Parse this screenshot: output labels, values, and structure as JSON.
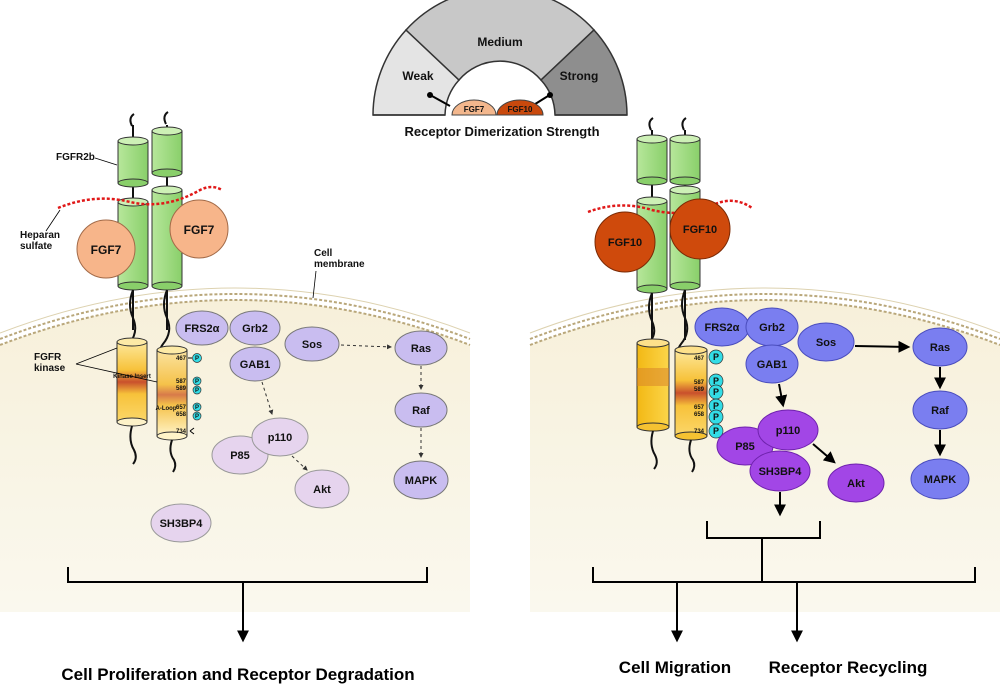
{
  "gauge": {
    "title": "Receptor Dimerization Strength",
    "levels": [
      "Weak",
      "Medium",
      "Strong"
    ],
    "ligands": [
      "FGF7",
      "FGF10"
    ]
  },
  "labels": {
    "fgfr2b": "FGFR2b",
    "heparan": [
      "Heparan",
      "sulfate"
    ],
    "membrane": [
      "Cell",
      "membrane"
    ],
    "fgfr_kinase": [
      "FGFR",
      "kinase"
    ],
    "kinase_insert": "Kinase Insert",
    "a_loop": "A-Loop"
  },
  "left": {
    "ligand": "FGF7",
    "residues": [
      "467",
      "587",
      "589",
      "657",
      "658",
      "734"
    ],
    "phospho": "P",
    "proteins": {
      "frs2a": "FRS2α",
      "grb2": "Grb2",
      "sos": "Sos",
      "gab1": "GAB1",
      "ras": "Ras",
      "raf": "Raf",
      "mapk": "MAPK",
      "p110": "p110",
      "p85": "P85",
      "akt": "Akt",
      "sh3bp4": "SH3BP4"
    },
    "outcome": "Cell Proliferation and Receptor Degradation"
  },
  "right": {
    "ligand": "FGF10",
    "residues": [
      "467",
      "587",
      "589",
      "657",
      "658",
      "734"
    ],
    "phospho": "P",
    "proteins": {
      "frs2a": "FRS2α",
      "grb2": "Grb2",
      "sos": "Sos",
      "gab1": "GAB1",
      "ras": "Ras",
      "raf": "Raf",
      "mapk": "MAPK",
      "p110": "p110",
      "p85": "P85",
      "akt": "Akt",
      "sh3bp4": "SH3BP4"
    },
    "outcomes": [
      "Cell Migration",
      "Receptor Recycling"
    ]
  },
  "colors": {
    "fgf7": "#f7b58a",
    "fgf10": "#cf4a0c",
    "receptor": "#9dd87e",
    "kinase": "#f5c22e",
    "cell": "#f7f3e2",
    "blue_protein": "#7a7ef0",
    "pale_protein": "#d9c9ef",
    "purple_protein": "#a246e6",
    "phospho": "#33dde6",
    "heparan": "#e01818"
  }
}
